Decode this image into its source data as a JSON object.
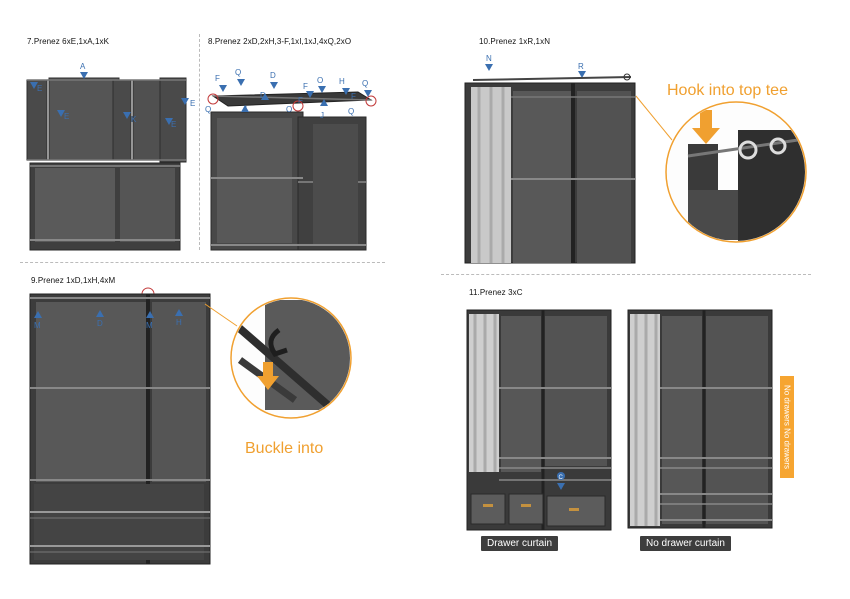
{
  "steps": {
    "s7": {
      "title": "7.Prenez 6xE,1xA,1xK",
      "labels": {
        "A": "A",
        "E1": "E",
        "E2": "E",
        "E3": "E",
        "E4": "E",
        "K": "K"
      }
    },
    "s8": {
      "title": "8.Prenez 2xD,2xH,3-F,1xI,1xJ,4xQ,2xO",
      "labels": {
        "F1": "F",
        "Q1": "Q",
        "D": "D",
        "O1": "O",
        "H": "H",
        "Q2": "Q",
        "F2": "F",
        "D2": "D",
        "F3": "F",
        "F4": "F",
        "Q3": "Q",
        "O2": "O",
        "Q4": "Q",
        "J": "J",
        "J2": "J"
      }
    },
    "s9": {
      "title": "9.Prenez 1xD,1xH,4xM",
      "labels": {
        "M1": "M",
        "D": "D",
        "M2": "M",
        "H": "H"
      },
      "callout": "Buckle into"
    },
    "s10": {
      "title": "10.Prenez 1xR,1xN",
      "labels": {
        "N": "N",
        "R": "R"
      },
      "callout": "Hook into top tee"
    },
    "s11": {
      "title": "11.Prenez 3xC",
      "labels": {
        "C": "C"
      },
      "tag_left": "Drawer curtain",
      "tag_right": "No drawer curtain",
      "badge": "No drawers No drawers"
    }
  },
  "colors": {
    "accent": "#f6a531",
    "label_blue": "#3a6fb0",
    "frame": "#3b3b3b",
    "panel": "#4a4a4a"
  }
}
